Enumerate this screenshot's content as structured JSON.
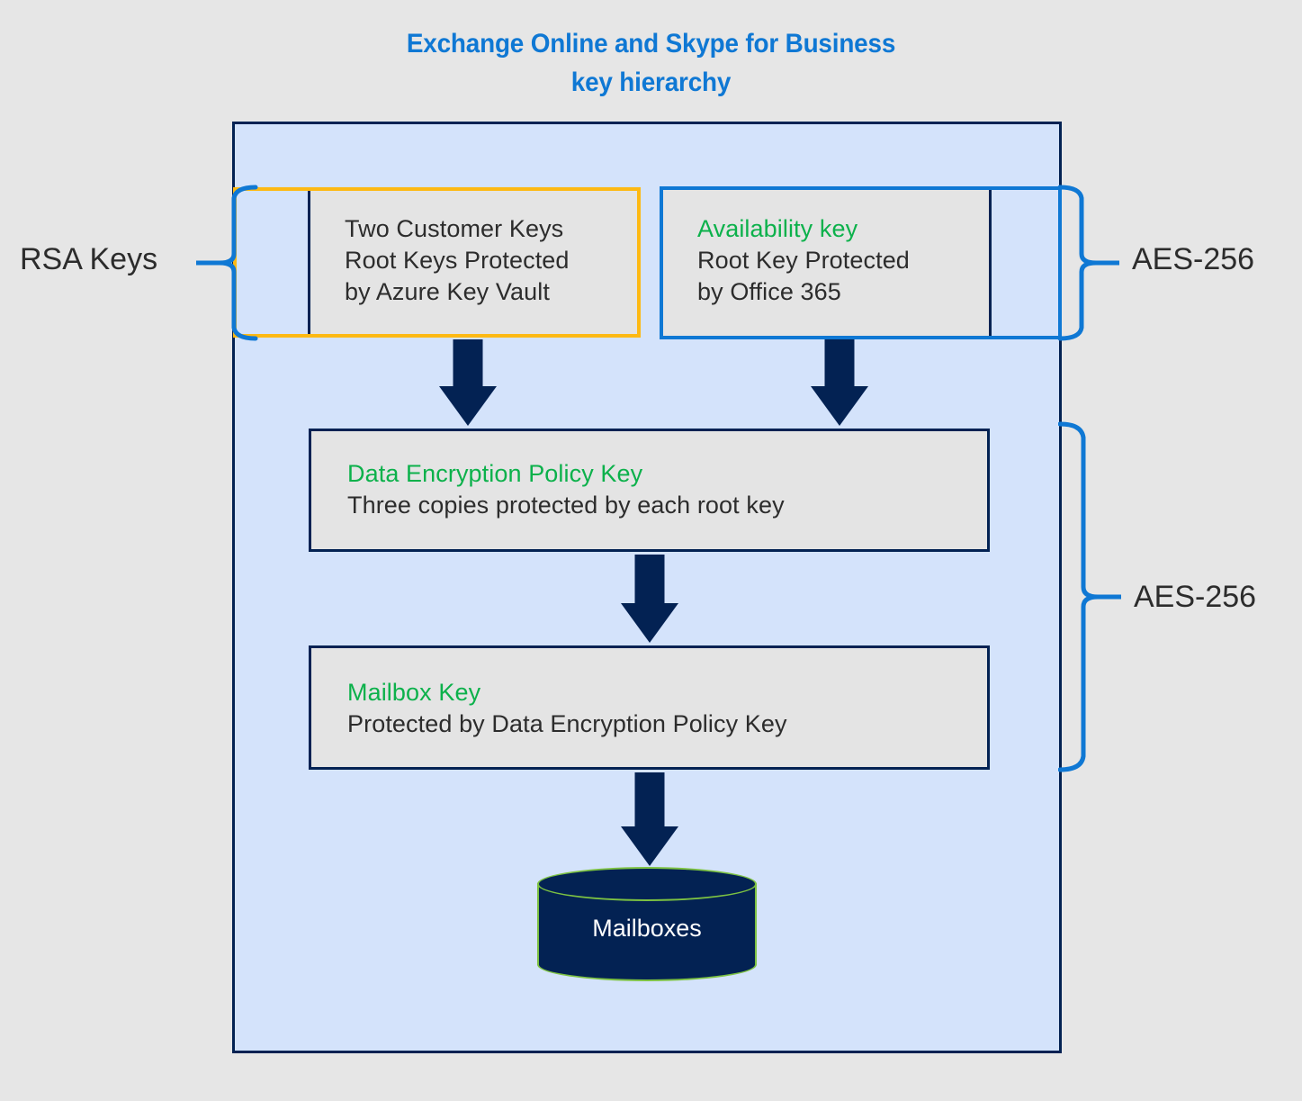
{
  "title": {
    "line1": "Exchange Online and Skype for Business",
    "line2": "key hierarchy",
    "color": "#0f78d4"
  },
  "colors": {
    "background": "#e6e6e6",
    "container_fill": "#d4e3fb",
    "container_border": "#032253",
    "box_fill": "#e4e4e4",
    "accent_green": "#0cb14b",
    "accent_blue": "#0f78d4",
    "accent_orange": "#fdb913",
    "arrow_navy": "#032253",
    "cylinder_fill": "#032253",
    "cylinder_outline": "#7dc242",
    "text_dark": "#2c2c2c",
    "text_white": "#ffffff"
  },
  "side_labels": {
    "rsa_keys": "RSA Keys",
    "aes_top": "AES-256",
    "aes_bottom": "AES-256"
  },
  "boxes": {
    "customer_keys": {
      "heading_prefix": "Two ",
      "heading_accent": "Customer Keys",
      "line2": "Root Keys Protected",
      "line3": "by Azure Key Vault",
      "outline_color": "#fdb913"
    },
    "availability_key": {
      "heading_accent": "Availability key",
      "line2": "Root Key Protected",
      "line3": "by Office 365",
      "outline_color": "#0f78d4"
    },
    "dep_key": {
      "heading_accent": "Data Encryption Policy Key",
      "line2": "Three copies protected by each root key"
    },
    "mailbox_key": {
      "heading_accent": "Mailbox Key",
      "line2": "Protected by Data Encryption Policy Key"
    }
  },
  "cylinder": {
    "label": "Mailboxes"
  },
  "arrows": [
    {
      "name": "customer-keys-to-dep-key"
    },
    {
      "name": "availability-key-to-dep-key"
    },
    {
      "name": "dep-key-to-mailbox-key"
    },
    {
      "name": "mailbox-key-to-mailboxes"
    }
  ]
}
